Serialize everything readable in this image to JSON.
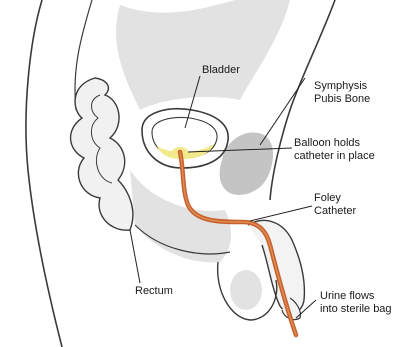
{
  "labels": {
    "bladder": "Bladder",
    "symphysis_line1": "Symphysis",
    "symphysis_line2": "Pubis Bone",
    "balloon_line1": "Balloon holds",
    "balloon_line2": "catheter in place",
    "foley_line1": "Foley",
    "foley_line2": "Catheter",
    "rectum": "Rectum",
    "urine_line1": "Urine flows",
    "urine_line2": "into sterile bag"
  },
  "colors": {
    "outline": "#3a3a3a",
    "tissue": "#e2e2e2",
    "bone": "#c4c4c4",
    "urine": "#f2ea8a",
    "catheter": "#c6612c",
    "catheter_edge": "#7a3a18",
    "background": "#ffffff"
  }
}
